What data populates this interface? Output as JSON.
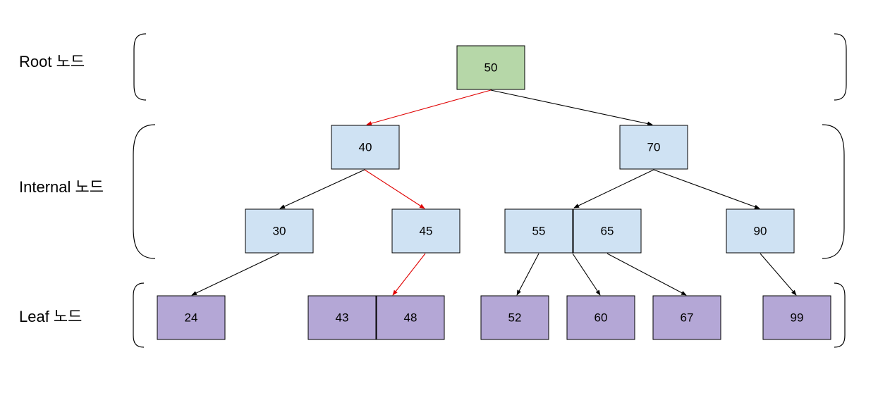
{
  "colors": {
    "root": "#b6d7a8",
    "internal": "#cfe2f3",
    "leaf": "#b4a7d6",
    "edge_default": "#000000",
    "edge_highlight": "#e00000"
  },
  "levels": {
    "root": "Root 노드",
    "internal": "Internal 노드",
    "leaf": "Leaf 노드"
  },
  "nodes": {
    "root_50": "50",
    "n40": "40",
    "n70": "70",
    "n30": "30",
    "n45": "45",
    "n55": "55",
    "n65": "65",
    "n90": "90",
    "l24": "24",
    "l43": "43",
    "l48": "48",
    "l52": "52",
    "l60": "60",
    "l67": "67",
    "l99": "99"
  },
  "edges": [
    {
      "from": "50",
      "to": "40",
      "highlight": true
    },
    {
      "from": "50",
      "to": "70",
      "highlight": false
    },
    {
      "from": "40",
      "to": "30",
      "highlight": false
    },
    {
      "from": "40",
      "to": "45",
      "highlight": true
    },
    {
      "from": "70",
      "to": "55 65",
      "highlight": false
    },
    {
      "from": "70",
      "to": "90",
      "highlight": false
    },
    {
      "from": "30",
      "to": "24",
      "highlight": false
    },
    {
      "from": "45",
      "to": "43 48",
      "highlight": true
    },
    {
      "from": "55",
      "to": "52",
      "highlight": false
    },
    {
      "from": "55 65",
      "to": "60",
      "highlight": false
    },
    {
      "from": "65",
      "to": "67",
      "highlight": false
    },
    {
      "from": "90",
      "to": "99",
      "highlight": false
    }
  ]
}
